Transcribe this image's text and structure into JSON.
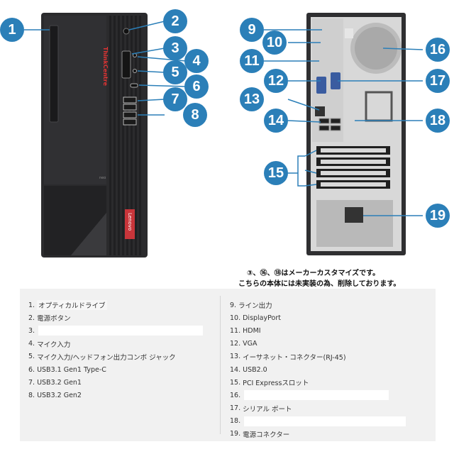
{
  "figure": {
    "callouts": [
      "1",
      "2",
      "3",
      "4",
      "5",
      "6",
      "7",
      "8",
      "9",
      "10",
      "11",
      "12",
      "13",
      "14",
      "15",
      "16",
      "17",
      "18",
      "19"
    ],
    "front_brand": "ThinkCentre",
    "front_model": "neo",
    "front_logo": "Lenovo",
    "colors": {
      "callout": "#2b7fb8",
      "chassis": "#2a2a2c",
      "rear": "#d9d9d9"
    }
  },
  "note": {
    "line1": "③、⑯、⑱はメーカーカスタマイズです。",
    "line2": "こちらの本体には未実装の為、削除しております。"
  },
  "specs": {
    "left": [
      {
        "num": "1.",
        "label": "オプティカルドライブ"
      },
      {
        "num": "2.",
        "label": "電源ボタン"
      },
      {
        "num": "3.",
        "label": ""
      },
      {
        "num": "4.",
        "label": "マイク入力"
      },
      {
        "num": "5.",
        "label": "マイク入力/ヘッドフォン出力コンボ ジャック"
      },
      {
        "num": "6.",
        "label": "USB3.1 Gen1 Type-C"
      },
      {
        "num": "7.",
        "label": "USB3.2 Gen1"
      },
      {
        "num": "8.",
        "label": "USB3.2 Gen2"
      }
    ],
    "right": [
      {
        "num": "9.",
        "label": "ライン出力"
      },
      {
        "num": "10.",
        "label": "DisplayPort"
      },
      {
        "num": "11.",
        "label": "HDMI"
      },
      {
        "num": "12.",
        "label": "VGA"
      },
      {
        "num": "13.",
        "label": "イーサネット・コネクター(RJ-45)"
      },
      {
        "num": "14.",
        "label": "USB2.0"
      },
      {
        "num": "15.",
        "label": "PCI Expressスロット"
      },
      {
        "num": "16.",
        "label": ""
      },
      {
        "num": "17.",
        "label": "シリアル ポート"
      },
      {
        "num": "18.",
        "label": ""
      },
      {
        "num": "19.",
        "label": "電源コネクター"
      }
    ]
  }
}
